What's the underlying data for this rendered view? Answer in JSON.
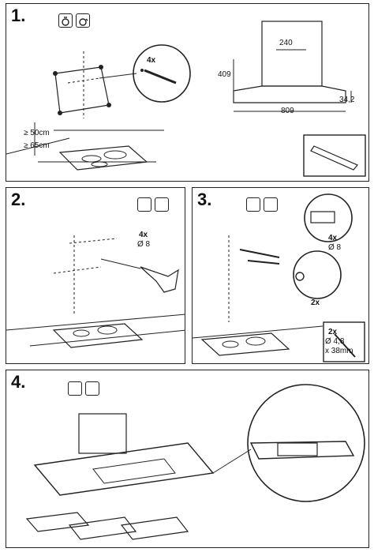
{
  "steps": [
    {
      "number": "1.",
      "labels": {
        "qty": "4x",
        "dim_width_top": "240",
        "dim_height": "409",
        "dim_depth": "34,2",
        "dim_width": "809",
        "clear_electric": "≥ 50cm",
        "clear_gas": "≥ 65cm"
      },
      "icons": [
        "electric-hob-icon",
        "gas-hob-icon"
      ]
    },
    {
      "number": "2.",
      "labels": {
        "qty": "4x",
        "drill": "Ø 8"
      },
      "icons": [
        "electric-hob-icon",
        "gas-hob-icon"
      ]
    },
    {
      "number": "3.",
      "labels": {
        "qty_plug": "4x",
        "plug_dia": "Ø 8",
        "qty_hook": "2x",
        "qty_screw": "2x",
        "screw_dia": "Ø 4,8",
        "screw_len": "x 38mm"
      },
      "icons": [
        "electric-hob-icon",
        "gas-hob-icon"
      ]
    },
    {
      "number": "4.",
      "labels": {},
      "icons": [
        "electric-hob-icon",
        "gas-hob-icon"
      ]
    }
  ]
}
